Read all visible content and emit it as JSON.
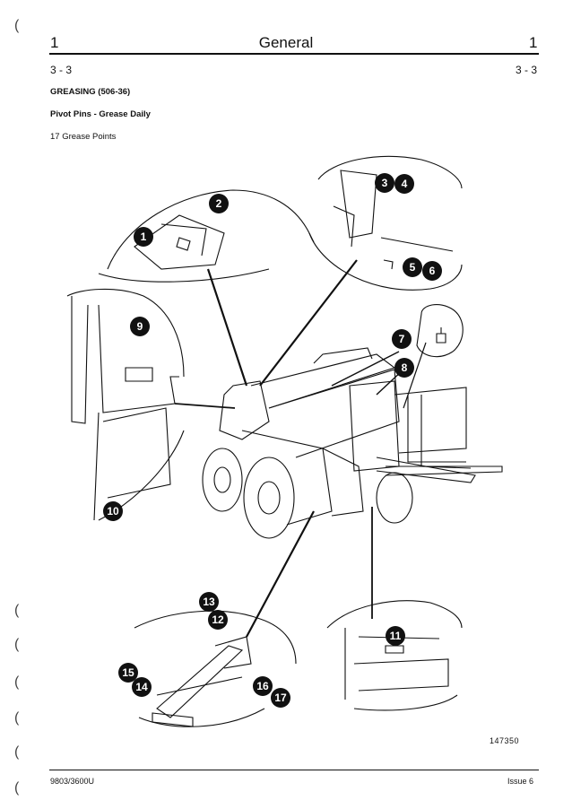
{
  "header": {
    "left_number": "1",
    "title": "General",
    "right_number": "1",
    "left_sub": "3 - 3",
    "right_sub": "3 - 3"
  },
  "section": {
    "title": "GREASING (506-36)",
    "subtitle": "Pivot Pins - Grease Daily",
    "points_text": "17 Grease Points"
  },
  "figure": {
    "ref": "147350",
    "callouts": [
      "1",
      "2",
      "3",
      "4",
      "5",
      "6",
      "7",
      "8",
      "9",
      "10",
      "11",
      "12",
      "13",
      "14",
      "15",
      "16",
      "17"
    ]
  },
  "footer": {
    "doc_number": "9803/3600U",
    "issue": "Issue 6"
  }
}
